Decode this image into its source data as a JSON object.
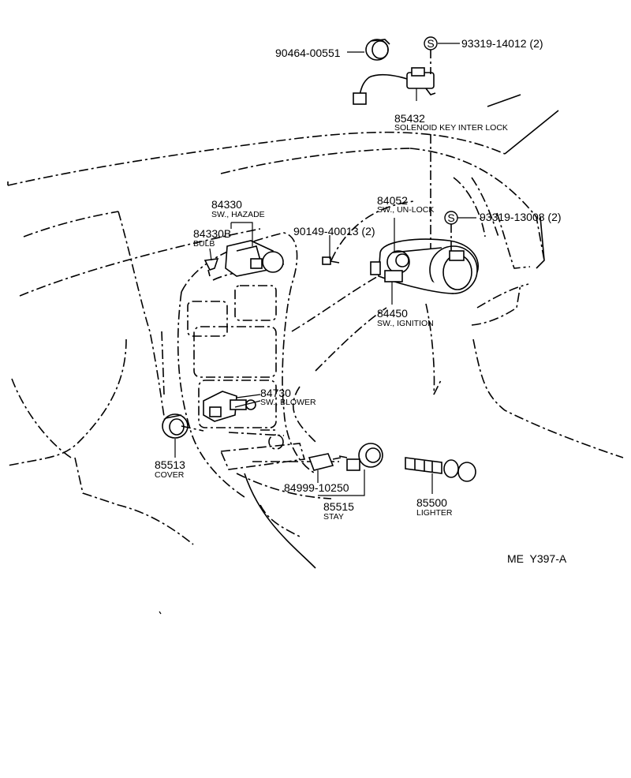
{
  "diagram": {
    "ref_code": "ME  Y397-A",
    "callouts": [
      {
        "id": "c90464",
        "part_no": "90464-00551",
        "desc": ""
      },
      {
        "id": "c93319a",
        "part_no": "93319-14012 (2)",
        "desc": "",
        "symbol": "S"
      },
      {
        "id": "c85432",
        "part_no": "85432",
        "desc": "SOLENOID KEY INTER LOCK"
      },
      {
        "id": "c84330",
        "part_no": "84330",
        "desc": "SW., HAZADE"
      },
      {
        "id": "c84330b",
        "part_no": "84330B",
        "desc": "BULB"
      },
      {
        "id": "c90149",
        "part_no": "90149-40013 (2)",
        "desc": ""
      },
      {
        "id": "c84052",
        "part_no": "84052",
        "desc": "SW., UN-LOCK"
      },
      {
        "id": "c93319b",
        "part_no": "93319-13008 (2)",
        "desc": "",
        "symbol": "S"
      },
      {
        "id": "c84450",
        "part_no": "84450",
        "desc": "SW., IGNITION"
      },
      {
        "id": "c84730",
        "part_no": "84730",
        "desc": "SW., BLOWER"
      },
      {
        "id": "c85513",
        "part_no": "85513",
        "desc": "COVER"
      },
      {
        "id": "c84999",
        "part_no": "84999-10250",
        "desc": ""
      },
      {
        "id": "c85515",
        "part_no": "85515",
        "desc": "STAY"
      },
      {
        "id": "c85500",
        "part_no": "85500",
        "desc": "LIGHTER"
      }
    ]
  }
}
